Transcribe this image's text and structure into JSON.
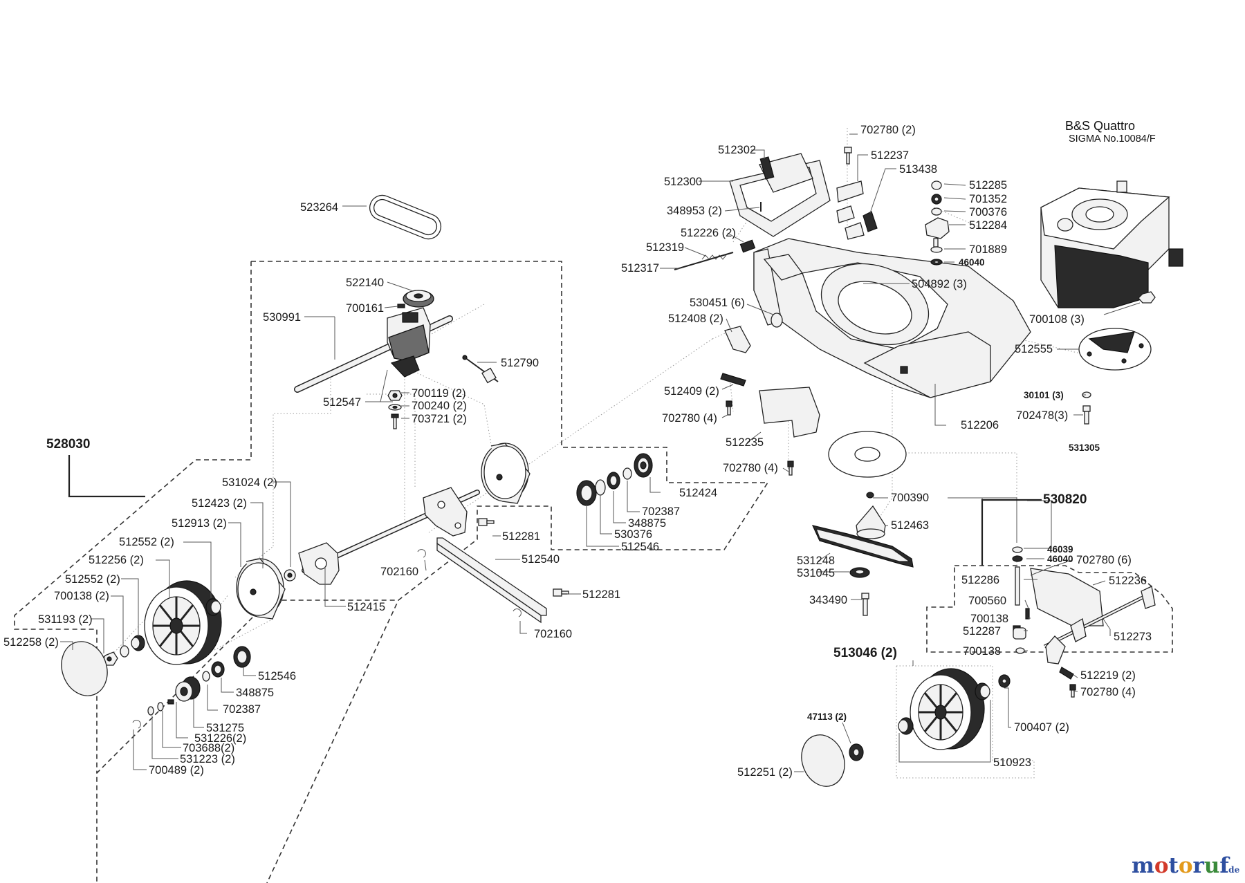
{
  "engine": {
    "title": "B&S Quattro",
    "subtitle": "SIGMA  No.10084/F"
  },
  "watermark": {
    "m": "m",
    "o1": "o",
    "t": "t",
    "o2": "o",
    "r": "r",
    "u": "u",
    "f": "f",
    "tld": ".de"
  },
  "colors": {
    "wm_blue": "#2e4fa0",
    "wm_red": "#d23a2a",
    "wm_orange": "#e39a1b",
    "wm_green": "#3a8a3a"
  },
  "groups": {
    "g528030": "528030",
    "g530820": "530820",
    "g513046": "513046 (2)"
  },
  "labels": {
    "l523264": "523264",
    "l522140": "522140",
    "l700161": "700161",
    "l530991": "530991",
    "l512790": "512790",
    "l512547": "512547",
    "l700119": "700119 (2)",
    "l700240": "700240 (2)",
    "l703721": "703721 (2)",
    "l531024": "531024 (2)",
    "l512423": "512423 (2)",
    "l512913": "512913 (2)",
    "l512552a": "512552 (2)",
    "l512256": "512256 (2)",
    "l512552b": "512552 (2)",
    "l700138a": "700138 (2)",
    "l531193": "531193 (2)",
    "l512258": "512258 (2)",
    "l512415": "512415",
    "l512546a": "512546",
    "l348875a": "348875",
    "l702387a": "702387",
    "l531275": "531275",
    "l531226": "531226(2)",
    "l703688": "703688(2)",
    "l531223": "531223 (2)",
    "l700489": "700489 (2)",
    "l512281a": "512281",
    "l702160a": "702160",
    "l512540": "512540",
    "l512281b": "512281",
    "l702160b": "702160",
    "l512424": "512424",
    "l702387b": "702387",
    "l348875b": "348875",
    "l530376": "530376",
    "l512546b": "512546",
    "l702780top": "702780 (2)",
    "l512302": "512302",
    "l512237": "512237",
    "l513438": "513438",
    "l512300": "512300",
    "l348953": "348953 (2)",
    "l512226": "512226 (2)",
    "l512319": "512319",
    "l512317": "512317",
    "l512285": "512285",
    "l701352": "701352",
    "l700376": "700376",
    "l512284": "512284",
    "l701889": "701889",
    "l46040a": "46040",
    "l504892": "504892 (3)",
    "l530451": "530451 (6)",
    "l512408": "512408 (2)",
    "l700108": "700108 (3)",
    "l512555": "512555",
    "l512409": "512409 (2)",
    "l702780b": "702780 (4)",
    "l30101": "30101 (3)",
    "l702478": "702478(3)",
    "l512206": "512206",
    "l512235": "512235",
    "l531305": "531305",
    "l702780c": "702780 (4)",
    "l700390": "700390",
    "l512463": "512463",
    "l531248": "531248",
    "l531045": "531045",
    "l343490": "343490",
    "l46039": "46039",
    "l46040b": "46040",
    "l702780d": "702780 (6)",
    "l512286": "512286",
    "l512236": "512236",
    "l700560": "700560",
    "l700138b": "700138",
    "l512287": "512287",
    "l512273": "512273",
    "l700138c": "700138",
    "l512219": "512219 (2)",
    "l702780e": "702780 (4)",
    "l47113": "47113 (2)",
    "l700407": "700407 (2)",
    "l512251": "512251 (2)",
    "l510923": "510923"
  }
}
